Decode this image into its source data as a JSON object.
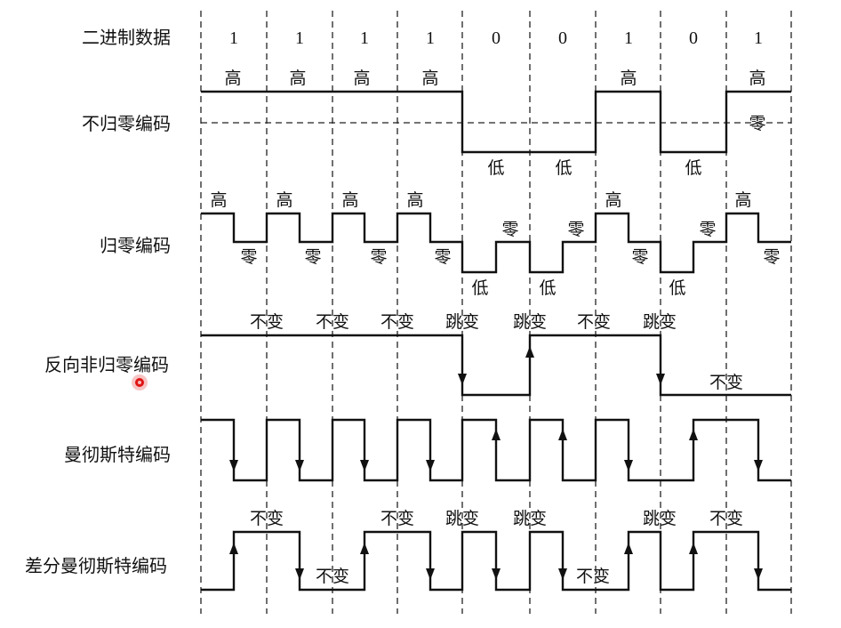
{
  "row_labels": [
    "二进制数据",
    "不归零编码",
    "归零编码",
    "反向非归零编码",
    "曼彻斯特编码",
    "差分曼彻斯特编码"
  ],
  "bits": [
    "1",
    "1",
    "1",
    "1",
    "0",
    "0",
    "1",
    "0",
    "1"
  ],
  "nrz_annotations": [
    "高",
    "高",
    "高",
    "高",
    "低",
    "低",
    "高",
    "低",
    "高",
    "零"
  ],
  "rz_annotations": [
    "高",
    "高",
    "高",
    "高",
    "高",
    "高",
    "零",
    "零",
    "零",
    "零",
    "零",
    "零",
    "零",
    "零",
    "零",
    "低",
    "低",
    "低"
  ],
  "nrzi_annotations": [
    "不变",
    "不变",
    "不变",
    "跳变",
    "跳变",
    "不变",
    "跳变",
    "不变"
  ],
  "diff_annotations": [
    "不变",
    "不变",
    "不变",
    "跳变",
    "跳变",
    "不变",
    "跳变",
    "不变"
  ],
  "colors": {
    "line": "#111111",
    "pointer": "#e01414"
  }
}
